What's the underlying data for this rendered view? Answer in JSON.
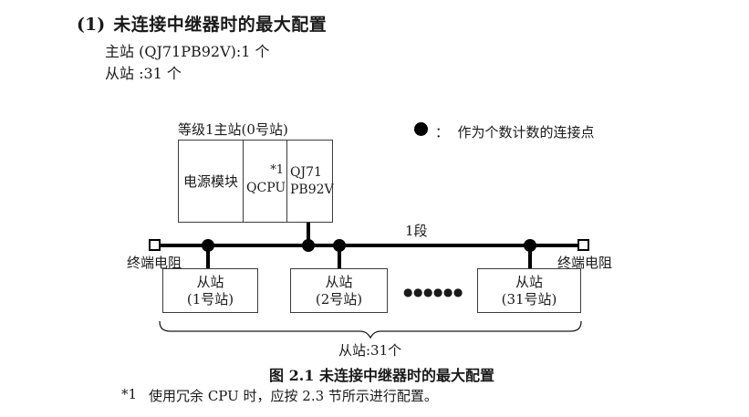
{
  "colors": {
    "background": "#ffffff",
    "text": "#1a1a1a",
    "line": "#000000",
    "box_border": "#3c3c3c"
  },
  "header": {
    "heading_number": "(1)",
    "heading_title": "未连接中继器时的最大配置",
    "master_spec": "主站 (QJ71PB92V):1 个",
    "slave_spec": "从站 :31 个"
  },
  "diagram": {
    "master_station": {
      "label": "等级1主站(0号站)",
      "power_module": "电源模块",
      "cpu": "QCPU",
      "cpu_note": "*1",
      "interface_line1": "QJ71",
      "interface_line2": "PB92V"
    },
    "legend": {
      "symbol_name": "connection-point-dot",
      "text": "：  作为个数计数的连接点"
    },
    "segment_label": "1段",
    "terminator_left": "终端电阻",
    "terminator_right": "终端电阻",
    "slaves": [
      {
        "name": "从站",
        "station": "(1号站)"
      },
      {
        "name": "从站",
        "station": "(2号站)"
      },
      {
        "name": "从站",
        "station": "(31号站)"
      }
    ],
    "ellipsis": "●●●●●●",
    "brace_label": "从站:31个"
  },
  "caption": "图 2.1 未连接中继器时的最大配置",
  "footnote": {
    "marker": "*1",
    "text": "使用冗余 CPU 时，应按 2.3 节所示进行配置。"
  }
}
